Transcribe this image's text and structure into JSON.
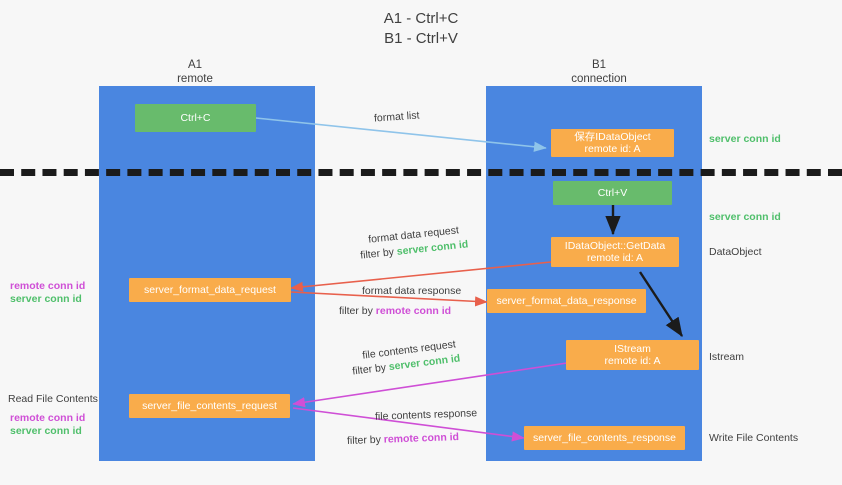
{
  "title": {
    "line1": "A1 - Ctrl+C",
    "line2": "B1 - Ctrl+V"
  },
  "columns": [
    {
      "name": "A1",
      "sub": "remote"
    },
    {
      "name": "B1",
      "sub": "connection"
    }
  ],
  "nodes": {
    "ctrl_c": {
      "label": "Ctrl+C"
    },
    "ctrl_v": {
      "label": "Ctrl+V"
    },
    "idataobject": {
      "line1": "保存IDataObject",
      "line2": "remote id: A"
    },
    "getdata": {
      "line1": "IDataObject::GetData",
      "line2": "remote id: A"
    },
    "istream": {
      "line1": "IStream",
      "line2": "remote id: A"
    },
    "server_format_data_request": {
      "label": "server_format_data_request"
    },
    "server_format_data_response": {
      "label": "server_format_data_response"
    },
    "server_file_contents_request": {
      "label": "server_file_contents_request"
    },
    "server_file_contents_response": {
      "label": "server_file_contents_response"
    }
  },
  "edges": {
    "format_list": {
      "label": "format list"
    },
    "format_data_request": {
      "label": "format data request",
      "filter_prefix": "filter by ",
      "filter_value": "server conn id"
    },
    "format_data_response": {
      "label": "format data response",
      "filter_prefix": "filter by ",
      "filter_value": "remote conn id"
    },
    "file_contents_request": {
      "label": "file contents request",
      "filter_prefix": "filter by ",
      "filter_value": "server conn id"
    },
    "file_contents_response": {
      "label": "file contents response",
      "filter_prefix": "filter by ",
      "filter_value": "remote conn id"
    }
  },
  "annotations": {
    "right": [
      {
        "text": "server conn id",
        "kind": "green"
      },
      {
        "text": "server conn id",
        "kind": "green"
      },
      {
        "text": "DataObject",
        "kind": "plain"
      },
      {
        "text": "Istream",
        "kind": "plain"
      },
      {
        "text": "Write File Contents",
        "kind": "plain"
      }
    ],
    "left": {
      "remote_conn_id": "remote conn id",
      "server_conn_id": "server conn id",
      "read_file_contents": "Read File Contents",
      "remote_conn_id_2": "remote conn id",
      "server_conn_id_2": "server conn id"
    }
  },
  "colors": {
    "lane": "#4a86e0",
    "node_orange": "#f9ac4b",
    "node_green": "#68bb6c",
    "green_text": "#4fbf6b",
    "magenta_text": "#cf4fd6",
    "arrow_lightblue": "#8fc4ea",
    "arrow_red": "#e8604c",
    "arrow_magenta": "#cf4fd6",
    "arrow_dark": "#1b1b1b",
    "background": "#f7f7f7"
  }
}
